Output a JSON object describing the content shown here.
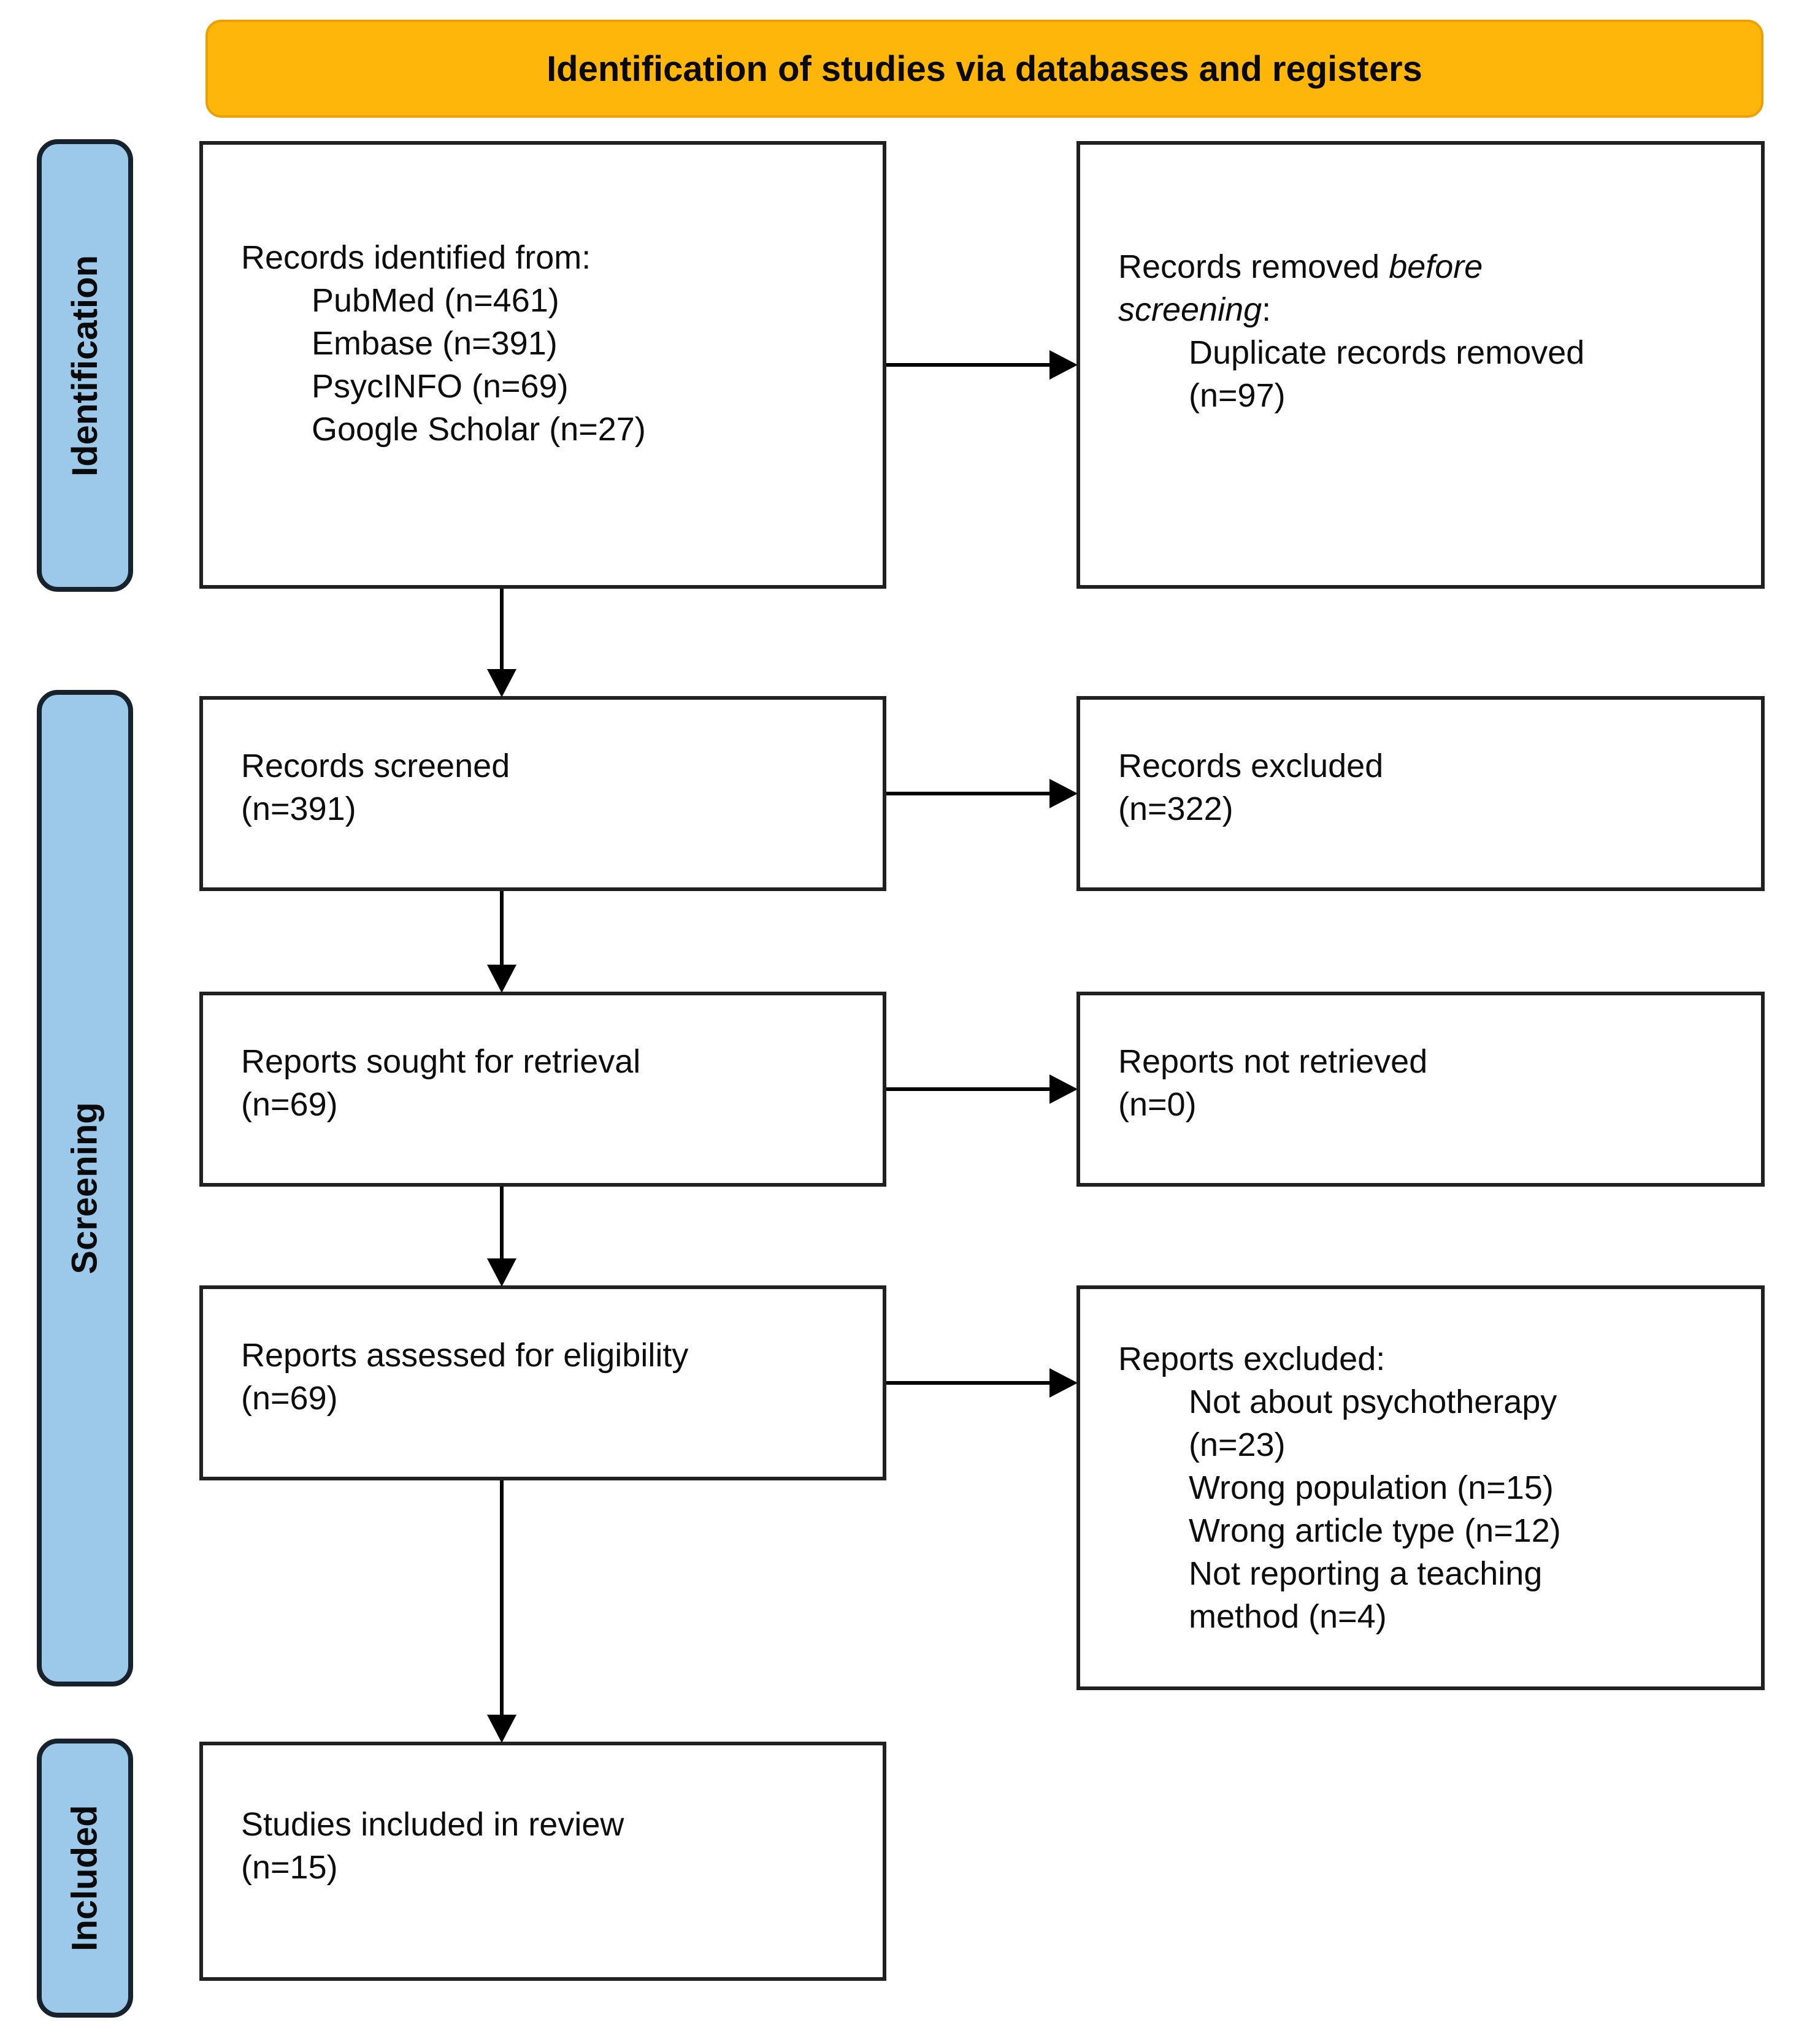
{
  "banner": {
    "label": "Identification of studies via databases and registers"
  },
  "stages": [
    {
      "label": "Identification"
    },
    {
      "label": "Screening"
    },
    {
      "label": "Included"
    }
  ],
  "boxes": {
    "identified": {
      "title": "Records identified from:",
      "items": [
        "PubMed (n=461)",
        "Embase (n=391)",
        "PsycINFO (n=69)",
        "Google Scholar (n=27)"
      ]
    },
    "removed": {
      "title_prefix": "Records removed ",
      "title_italic": "before screening",
      "title_suffix": ":",
      "items": [
        "Duplicate records removed (n=97)"
      ]
    },
    "screened": {
      "line1": "Records screened",
      "line2": "(n=391)"
    },
    "records_excluded": {
      "line1": "Records excluded",
      "line2": "(n=322)"
    },
    "sought": {
      "line1": "Reports sought for retrieval",
      "line2": "(n=69)"
    },
    "not_retrieved": {
      "line1": "Reports not retrieved",
      "line2": "(n=0)"
    },
    "assessed": {
      "line1": "Reports assessed for eligibility",
      "line2": "(n=69)"
    },
    "reports_excluded": {
      "title": "Reports excluded:",
      "items": [
        "Not about psychotherapy (n=23)",
        "Wrong population (n=15)",
        "Wrong article type (n=12)",
        "Not reporting a teaching method (n=4)"
      ]
    },
    "included": {
      "line1": "Studies included in review",
      "line2": "(n=15)"
    }
  },
  "colors": {
    "banner_bg": "#FFB60A",
    "stage_bg": "#9CC9E9",
    "box_border": "#212121",
    "arrow": "#000000"
  }
}
